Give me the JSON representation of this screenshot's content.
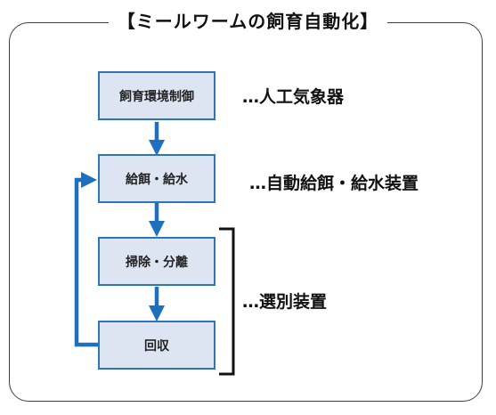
{
  "title": "【ミールワームの飼育自動化】",
  "steps": [
    {
      "label": "飼育環境制御"
    },
    {
      "label": "給餌・給水"
    },
    {
      "label": "掃除・分離"
    },
    {
      "label": "回収"
    }
  ],
  "notes": {
    "environment": "…人工気象器",
    "feeding": "…自動給餌・給水装置",
    "sorting": "…選別装置"
  },
  "colors": {
    "box_fill": "#dde5f2",
    "box_border": "#2e75b6",
    "arrow": "#1f6fbf"
  }
}
